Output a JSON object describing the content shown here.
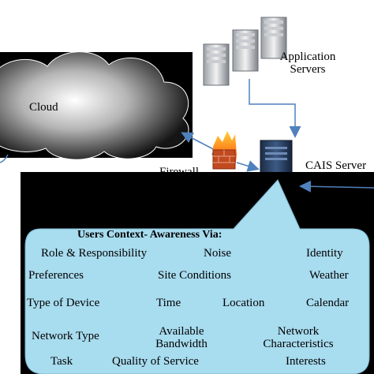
{
  "labels": {
    "cloud": "Cloud",
    "application_servers": [
      "Application",
      "Servers"
    ],
    "cais_server": "CAIS Server",
    "firewall": "Firewall"
  },
  "context_box": {
    "title": "Users Context- Awareness Via:",
    "items": [
      "Role & Responsibility",
      "Noise",
      "Identity",
      "Preferences",
      "Site Conditions",
      "Weather",
      "Type of Device",
      "Time",
      "Location",
      "Calendar",
      "Network Type",
      [
        "Available",
        "Bandwidth"
      ],
      [
        "Network",
        "Characteristics"
      ],
      "Task",
      "Quality of Service",
      "Interests"
    ]
  },
  "icons": [
    "application-server-icon",
    "cais-server-icon",
    "firewall-icon"
  ],
  "colors": {
    "black_panel": "#000000",
    "callout_fill": "#a8dcef",
    "arrow": "#4f81bd",
    "cloud_light": "#ffffff",
    "cloud_dark": "#1a1a1a"
  }
}
